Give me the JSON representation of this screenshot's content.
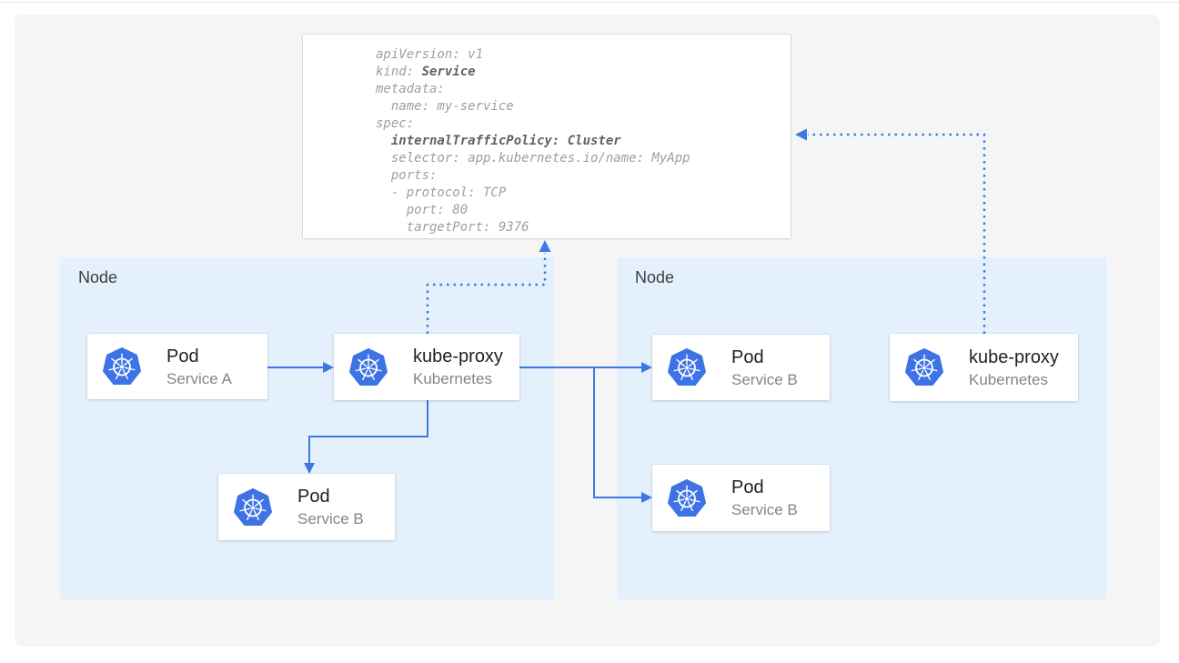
{
  "colors": {
    "arrow": "#3e78e6",
    "k8s_blue": "#3e73e5",
    "node_bg": "#e4f1fc",
    "panel_bg": "#f5f5f6",
    "node_label": "#3c4043",
    "card_title": "#212124",
    "card_subtitle": "#80868b",
    "yaml_text": "#9aa0a6",
    "yaml_bold": "#5f6368",
    "yaml_border": "#dadce0"
  },
  "yaml": {
    "lines": [
      [
        {
          "t": "apiVersion: v1"
        }
      ],
      [
        {
          "t": "kind: "
        },
        {
          "t": "Service",
          "b": true
        }
      ],
      [
        {
          "t": "metadata:"
        }
      ],
      [
        {
          "t": "  name: my-service"
        }
      ],
      [
        {
          "t": "spec:"
        }
      ],
      [
        {
          "t": "  "
        },
        {
          "t": "internalTrafficPolicy: Cluster",
          "b": true
        }
      ],
      [
        {
          "t": "  selector: app.kubernetes.io/name: MyApp"
        }
      ],
      [
        {
          "t": "  ports:"
        }
      ],
      [
        {
          "t": "  - protocol: TCP"
        }
      ],
      [
        {
          "t": "    port: 80"
        }
      ],
      [
        {
          "t": "    targetPort: 9376"
        }
      ]
    ]
  },
  "diagram": {
    "node_left": {
      "label": "Node"
    },
    "node_right": {
      "label": "Node"
    },
    "cards": {
      "pod_a": {
        "title": "Pod",
        "subtitle": "Service A"
      },
      "kube_proxy_left": {
        "title": "kube-proxy",
        "subtitle": "Kubernetes"
      },
      "pod_b_left": {
        "title": "Pod",
        "subtitle": "Service B"
      },
      "pod_b_right_top": {
        "title": "Pod",
        "subtitle": "Service B"
      },
      "pod_b_right_bottom": {
        "title": "Pod",
        "subtitle": "Service B"
      },
      "kube_proxy_right": {
        "title": "kube-proxy",
        "subtitle": "Kubernetes"
      }
    }
  }
}
